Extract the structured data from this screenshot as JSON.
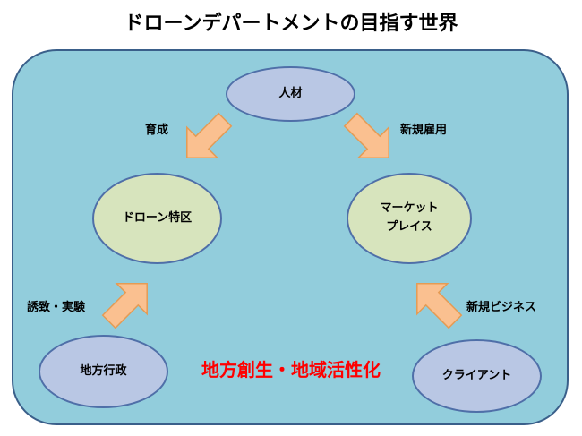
{
  "title": "ドローンデパートメントの目指す世界",
  "nodes": {
    "jinzai": "人材",
    "tokku": "ドローン特区",
    "market_line1": "マーケット",
    "market_line2": "プレイス",
    "chiho": "地方行政",
    "client": "クライアント"
  },
  "arrow_labels": {
    "ikusei": "育成",
    "shinki_koyo": "新規雇用",
    "yuchi": "誘致・実験",
    "shinki_business": "新規ビジネス"
  },
  "center_message": "地方創生・地域活性化",
  "colors": {
    "panel": "#92cddc",
    "arrow": "#fac090",
    "node_blue": "#b9c7e4",
    "node_green": "#d7e4bd",
    "accent_red": "#ff0000"
  }
}
